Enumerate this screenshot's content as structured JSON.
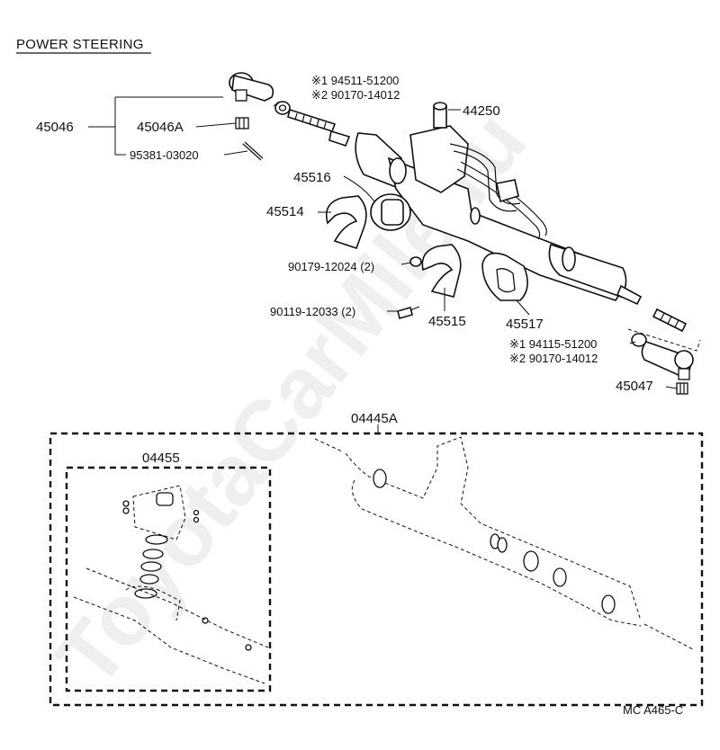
{
  "title": "POWER STEERING",
  "watermark": "ToyotaCarMile.ru",
  "ref_code": "MC A465-C",
  "labels": {
    "p45046": "45046",
    "p45046A": "45046A",
    "p95381": "95381-03020",
    "p44250": "44250",
    "p45516": "45516",
    "p45514": "45514",
    "p90179": "90179-12024 (2)",
    "p90119": "90119-12033 (2)",
    "p45515": "45515",
    "p45517": "45517",
    "p45047": "45047",
    "p04445A": "04445A",
    "p04455": "04455",
    "nut_top_1": "※1 94511-51200",
    "nut_top_2": "※2 90170-14012",
    "nut_bot_1": "※1 94115-51200",
    "nut_bot_2": "※2 90170-14012"
  }
}
